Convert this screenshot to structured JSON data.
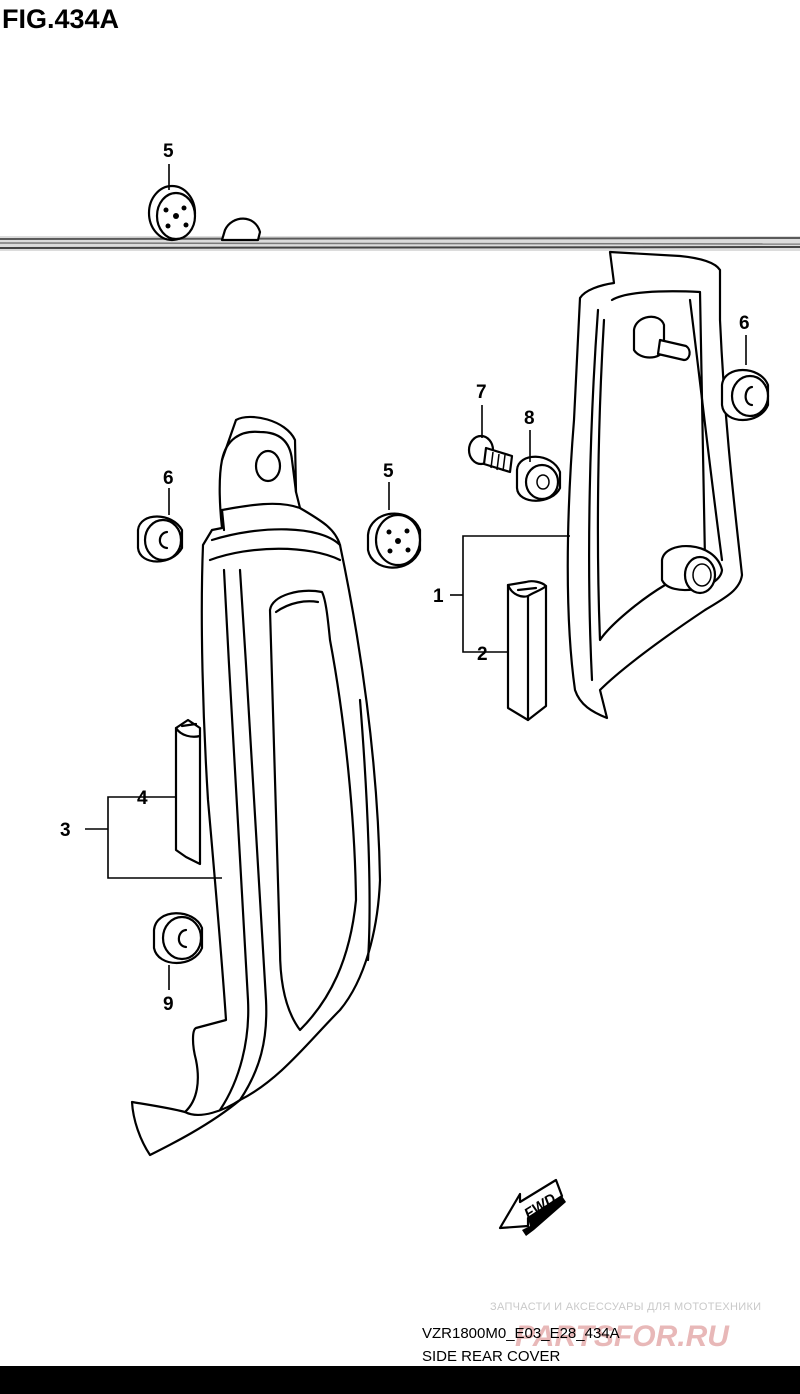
{
  "figure": {
    "title": "FIG.434A",
    "code": "VZR1800M0_E03_E28_434A",
    "name": "SIDE REAR COVER"
  },
  "callouts": [
    {
      "id": "c5a",
      "label": "5"
    },
    {
      "id": "c6r",
      "label": "6"
    },
    {
      "id": "c7",
      "label": "7"
    },
    {
      "id": "c8",
      "label": "8"
    },
    {
      "id": "c6l",
      "label": "6"
    },
    {
      "id": "c5b",
      "label": "5"
    },
    {
      "id": "c1",
      "label": "1"
    },
    {
      "id": "c2",
      "label": "2"
    },
    {
      "id": "c4",
      "label": "4"
    },
    {
      "id": "c3",
      "label": "3"
    },
    {
      "id": "c9",
      "label": "9"
    }
  ],
  "fwd_label": "FWD",
  "watermark": {
    "tagline": "ЗАПЧАСТИ И АКСЕССУАРЫ ДЛЯ МОТОТЕХНИКИ",
    "brand": "PARTSFOR.RU"
  }
}
